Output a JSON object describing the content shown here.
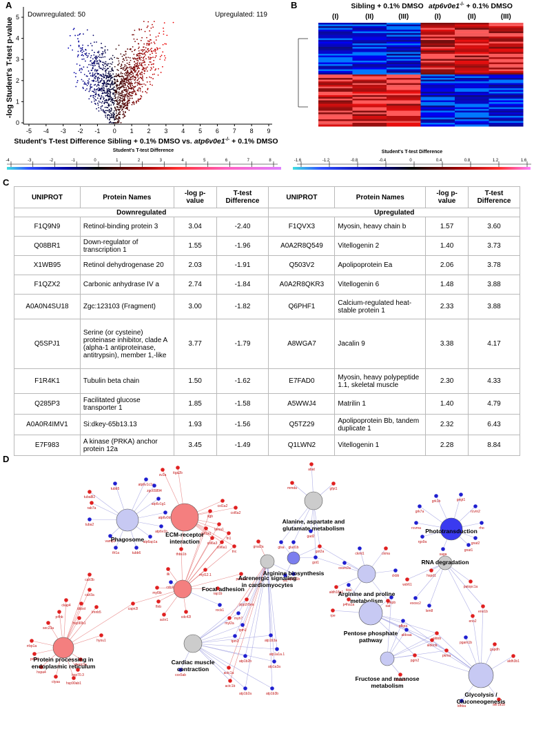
{
  "panel_labels": {
    "a": "A",
    "b": "B",
    "c": "C",
    "d": "D"
  },
  "volcano": {
    "downregulated_label": "Downregulated: 50",
    "upregulated_label": "Upregulated: 119",
    "ylabel": "-log Student's T-test p-value",
    "xlabel_1": "Student's T-test Difference Sibling + 0.1% DMSO vs. ",
    "xlabel_gene": "atp6v0e1",
    "xlabel_sup": "-/-",
    "xlabel_2": " + 0.1% DMSO",
    "xticks": [
      "-5",
      "-4",
      "-3",
      "-2",
      "-1",
      "0",
      "1",
      "2",
      "3",
      "4",
      "5",
      "6",
      "7",
      "8",
      "9"
    ],
    "yticks": [
      "0",
      "1",
      "2",
      "3",
      "4",
      "5"
    ]
  },
  "heatmap": {
    "group1_title": "Sibling + 0.1% DMSO",
    "group2_gene": "atp6v0e1",
    "group2_sup": "-/-",
    "group2_rest": " + 0.1% DMSO",
    "columns": [
      "(I)",
      "(II)",
      "(III)",
      "(I)",
      "(II)",
      "(III)"
    ]
  },
  "colorbars": [
    {
      "title": "Student's T-test Difference",
      "ticks": [
        "-4",
        "-3",
        "-2",
        "-1",
        "0",
        "1",
        "2",
        "3",
        "4",
        "5",
        "6",
        "7",
        "8"
      ]
    },
    {
      "title": "Student's T-test Difference",
      "ticks": [
        "-1.6",
        "-1.2",
        "-0.8",
        "-0.4",
        "0",
        "0.4",
        "0.8",
        "1.2",
        "1.6"
      ]
    }
  ],
  "table": {
    "headers": [
      "UNIPROT",
      "Protein Names",
      "-log p-value",
      "T-test Difference",
      "UNIPROT",
      "Protein Names",
      "-log p-value",
      "T-test Difference"
    ],
    "section_down": "Downregulated",
    "section_up": "Upregulated",
    "rows": [
      [
        "F1Q9N9",
        "Retinol-binding protein 3",
        "3.04",
        "-2.40",
        "F1QVX3",
        "Myosin, heavy chain b",
        "1.57",
        "3.60"
      ],
      [
        "Q08BR1",
        "Down-regulator of transcription 1",
        "1.55",
        "-1.96",
        "A0A2R8Q549",
        "Vitellogenin 2",
        "1.40",
        "3.73"
      ],
      [
        "X1WB95",
        "Retinol dehydrogenase 20",
        "2.03",
        "-1.91",
        "Q503V2",
        "Apolipoprotein Ea",
        "2.06",
        "3.78"
      ],
      [
        "F1QZX2",
        "Carbonic anhydrase IV a",
        "2.74",
        "-1.84",
        "A0A2R8QKR3",
        "Vitellogenin 6",
        "1.48",
        "3.88"
      ],
      [
        "A0A0N4SU18",
        "Zgc:123103 (Fragment)",
        "3.00",
        "-1.82",
        "Q6PHF1",
        "Calcium-regulated heat-stable protein 1",
        "2.33",
        "3.88"
      ],
      [
        "Q5SPJ1",
        "Serine (or cysteine) proteinase inhibitor, clade A (alpha-1 antiproteinase, antitrypsin), member 1,-like",
        "3.77",
        "-1.79",
        "A8WGA7",
        "Jacalin 9",
        "3.38",
        "4.17"
      ],
      [
        "F1R4K1",
        "Tubulin beta chain",
        "1.50",
        "-1.62",
        "E7FAD0",
        "Myosin, heavy polypeptide 1.1, skeletal muscle",
        "2.30",
        "4.33"
      ],
      [
        "Q285P3",
        "Facilitated glucose transporter 1",
        "1.85",
        "-1.58",
        "A5WWJ4",
        "Matrilin 1",
        "1.40",
        "4.79"
      ],
      [
        "A0A0R4IMV1",
        "Si:dkey-65b13.13",
        "1.93",
        "-1.56",
        "Q5TZ29",
        "Apolipoprotein Bb, tandem duplicate 1",
        "2.32",
        "6.43"
      ],
      [
        "E7F983",
        "A kinase (PRKA) anchor protein 12a",
        "3.45",
        "-1.49",
        "Q1LWN2",
        "Vitellogenin 1",
        "2.28",
        "8.84"
      ]
    ]
  },
  "network": {
    "pathways": [
      {
        "id": "phago",
        "label": "Phagosome",
        "color": "#c7c9f3"
      },
      {
        "id": "ecm",
        "label": "ECM-receptor interaction",
        "color": "#f47f7f"
      },
      {
        "id": "focal",
        "label": "Focal adhesion",
        "color": "#f47f7f"
      },
      {
        "id": "er",
        "label": "Protein processing in endoplasmic reticulum",
        "color": "#f47f7f"
      },
      {
        "id": "adren",
        "label": "Adrenergic signaling in cardiomyocytes",
        "color": "#cccccc"
      },
      {
        "id": "cardiac",
        "label": "Cardiac muscle contraction",
        "color": "#cccccc"
      },
      {
        "id": "ala",
        "label": "Alanine, aspartate and glutamate metabolism",
        "color": "#cccccc"
      },
      {
        "id": "argbio",
        "label": "Arginine biosynthesis",
        "color": "#7b7eee"
      },
      {
        "id": "argpro",
        "label": "Arginine and proline metabolism",
        "color": "#c7c9f3"
      },
      {
        "id": "photo",
        "label": "Phototransduction",
        "color": "#3a3af0"
      },
      {
        "id": "rna",
        "label": "RNA degradation",
        "color": "#cccccc"
      },
      {
        "id": "ppp",
        "label": "Pentose phosphate pathway",
        "color": "#c7c9f3"
      },
      {
        "id": "fru",
        "label": "Fructose and mannose metabolism",
        "color": "#c7c9f3"
      },
      {
        "id": "gly",
        "label": "Glycolysis / Gluconeogenesis",
        "color": "#c7c9f3"
      }
    ],
    "genes": [
      {
        "p": [
          "phago"
        ],
        "label": "tubb5",
        "c": "b"
      },
      {
        "p": [
          "phago"
        ],
        "label": "atp6v1c1a",
        "c": "b"
      },
      {
        "p": [
          "phago"
        ],
        "label": "zgc65894",
        "c": "b"
      },
      {
        "p": [
          "phago"
        ],
        "label": "tuba8l2",
        "c": "r"
      },
      {
        "p": [
          "phago"
        ],
        "label": "atp6v1g1",
        "c": "b"
      },
      {
        "p": [
          "phago"
        ],
        "label": "rab7a",
        "c": "r"
      },
      {
        "p": [
          "phago"
        ],
        "label": "atp6v0d1",
        "c": "b"
      },
      {
        "p": [
          "phago"
        ],
        "label": "tuba2",
        "c": "b"
      },
      {
        "p": [
          "phago"
        ],
        "label": "atp6v1h",
        "c": "b"
      },
      {
        "p": [
          "phago"
        ],
        "label": "vamp3",
        "c": "b"
      },
      {
        "p": [
          "phago"
        ],
        "label": "atp6ap1a",
        "c": "b"
      },
      {
        "p": [
          "phago"
        ],
        "label": "tfr1a",
        "c": "b"
      },
      {
        "p": [
          "phago"
        ],
        "label": "tubb6",
        "c": "b"
      },
      {
        "p": [
          "ecm"
        ],
        "label": "itga2b",
        "c": "r"
      },
      {
        "p": [
          "ecm"
        ],
        "label": "col1a2",
        "c": "r"
      },
      {
        "p": [
          "ecm"
        ],
        "label": "col6a2",
        "c": "r"
      },
      {
        "p": [
          "ecm",
          "focal"
        ],
        "label": "itgb",
        "c": "r"
      },
      {
        "p": [
          "ecm",
          "focal"
        ],
        "label": "lama1",
        "c": "r"
      },
      {
        "p": [
          "ecm",
          "focal"
        ],
        "label": "fn1",
        "c": "r"
      },
      {
        "p": [
          "ecm",
          "focal"
        ],
        "label": "col6a1",
        "c": "r"
      },
      {
        "p": [
          "ecm",
          "focal"
        ],
        "label": "col6a3",
        "c": "r"
      },
      {
        "p": [
          "ecm",
          "focal"
        ],
        "label": "thbs1b",
        "c": "r"
      },
      {
        "p": [
          "ecm",
          "focal"
        ],
        "label": "col1a1",
        "c": "r"
      },
      {
        "p": [
          "ecm",
          "focal"
        ],
        "label": "tnc",
        "c": "r"
      },
      {
        "p": [
          "ecm"
        ],
        "label": "sv2a",
        "c": "r"
      },
      {
        "p": [
          "focal"
        ],
        "label": "ilk",
        "c": "r"
      },
      {
        "p": [
          "focal"
        ],
        "label": "cdc42",
        "c": "b"
      },
      {
        "p": [
          "focal"
        ],
        "label": "myl12.1",
        "c": "r"
      },
      {
        "p": [
          "focal"
        ],
        "label": "prkcaa",
        "c": "r"
      },
      {
        "p": [
          "focal"
        ],
        "label": "rap1b",
        "c": "r"
      },
      {
        "p": [
          "focal"
        ],
        "label": "myl9b",
        "c": "r"
      },
      {
        "p": [
          "focal"
        ],
        "label": "flnb",
        "c": "r"
      },
      {
        "p": [
          "focal"
        ],
        "label": "actn1",
        "c": "r"
      },
      {
        "p": [
          "focal"
        ],
        "label": "cdc42l",
        "c": "r"
      },
      {
        "p": [
          "focal"
        ],
        "label": "rock1",
        "c": "b"
      },
      {
        "p": [
          "focal",
          "er"
        ],
        "label": "capn2l",
        "c": "r"
      },
      {
        "p": [
          "er"
        ],
        "label": "calr3b",
        "c": "r"
      },
      {
        "p": [
          "er"
        ],
        "label": "calr3a",
        "c": "r"
      },
      {
        "p": [
          "er"
        ],
        "label": "ckap4",
        "c": "r"
      },
      {
        "p": [
          "er"
        ],
        "label": "ddost",
        "c": "r"
      },
      {
        "p": [
          "er"
        ],
        "label": "lmnb5",
        "c": "r"
      },
      {
        "p": [
          "er"
        ],
        "label": "p4hb",
        "c": "r"
      },
      {
        "p": [
          "er"
        ],
        "label": "hsp90b1",
        "c": "r"
      },
      {
        "p": [
          "er"
        ],
        "label": "sec23a",
        "c": "r"
      },
      {
        "p": [
          "er"
        ],
        "label": "hyou1",
        "c": "r"
      },
      {
        "p": [
          "er"
        ],
        "label": "rrbp1a",
        "c": "r"
      },
      {
        "p": [
          "er"
        ],
        "label": "pdia4",
        "c": "r"
      },
      {
        "p": [
          "er"
        ],
        "label": "dnajc3a",
        "c": "r"
      },
      {
        "p": [
          "er"
        ],
        "label": "hspa4",
        "c": "r"
      },
      {
        "p": [
          "er"
        ],
        "label": "hsp70.3",
        "c": "r"
      },
      {
        "p": [
          "er"
        ],
        "label": "ctyaa",
        "c": "r"
      },
      {
        "p": [
          "er"
        ],
        "label": "hsp90ab1",
        "c": "r"
      },
      {
        "p": [
          "adren"
        ],
        "label": "gnai2a",
        "c": "r"
      },
      {
        "p": [
          "adren"
        ],
        "label": "atp2b1b",
        "c": "b"
      },
      {
        "p": [
          "adren",
          "cardiac"
        ],
        "label": "ppp2r5ea",
        "c": "r"
      },
      {
        "p": [
          "adren",
          "cardiac"
        ],
        "label": "myl2a",
        "c": "r"
      },
      {
        "p": [
          "adren",
          "cardiac"
        ],
        "label": "myh7",
        "c": "b"
      },
      {
        "p": [
          "adren",
          "cardiac"
        ],
        "label": "tpm1",
        "c": "b"
      },
      {
        "p": [
          "adren",
          "cardiac"
        ],
        "label": "tpm3",
        "c": "b"
      },
      {
        "p": [
          "adren",
          "cardiac"
        ],
        "label": "atp1b3a",
        "c": "b"
      },
      {
        "p": [
          "adren",
          "cardiac"
        ],
        "label": "atp1a1a.1",
        "c": "b"
      },
      {
        "p": [
          "adren",
          "cardiac"
        ],
        "label": "atp1b2b",
        "c": "b"
      },
      {
        "p": [
          "adren",
          "cardiac"
        ],
        "label": "atp1a3a",
        "c": "b"
      },
      {
        "p": [
          "adren",
          "cardiac"
        ],
        "label": "actc1a",
        "c": "r"
      },
      {
        "p": [
          "adren",
          "cardiac"
        ],
        "label": "actc1b",
        "c": "r"
      },
      {
        "p": [
          "adren",
          "cardiac"
        ],
        "label": "atp1b2a",
        "c": "b"
      },
      {
        "p": [
          "adren",
          "cardiac"
        ],
        "label": "atp1b3b",
        "c": "b"
      },
      {
        "p": [
          "cardiac"
        ],
        "label": "cox5ab",
        "c": "b"
      },
      {
        "p": [
          "ala"
        ],
        "label": "abat",
        "c": "r"
      },
      {
        "p": [
          "ala"
        ],
        "label": "mmda",
        "c": "r"
      },
      {
        "p": [
          "ala"
        ],
        "label": "gfpt1",
        "c": "r"
      },
      {
        "p": [
          "ala"
        ],
        "label": "gad2",
        "c": "b"
      },
      {
        "p": [
          "ala",
          "argbio"
        ],
        "label": "glsa",
        "c": "b"
      },
      {
        "p": [
          "ala",
          "argbio"
        ],
        "label": "glud1b",
        "c": "b"
      },
      {
        "p": [
          "ala",
          "argbio",
          "argpro"
        ],
        "label": "got2a",
        "c": "r"
      },
      {
        "p": [
          "ala",
          "argbio",
          "argpro"
        ],
        "label": "got1",
        "c": "b"
      },
      {
        "p": [
          "argbio"
        ],
        "label": "otc",
        "c": "b"
      },
      {
        "p": [
          "argpro"
        ],
        "label": "ckmt1",
        "c": "b"
      },
      {
        "p": [
          "argpro"
        ],
        "label": "ckma",
        "c": "r"
      },
      {
        "p": [
          "argpro"
        ],
        "label": "oxsm2a",
        "c": "b"
      },
      {
        "p": [
          "argpro"
        ],
        "label": "ckbb",
        "c": "b"
      },
      {
        "p": [
          "argpro"
        ],
        "label": "aldh18a1",
        "c": "r"
      },
      {
        "p": [
          "argpro"
        ],
        "label": "p4ha1a",
        "c": "r"
      },
      {
        "p": [
          "argpro"
        ],
        "label": "oat",
        "c": "r"
      },
      {
        "p": [
          "photo"
        ],
        "label": "grk1b",
        "c": "b"
      },
      {
        "p": [
          "photo"
        ],
        "label": "gngt1",
        "c": "b"
      },
      {
        "p": [
          "photo"
        ],
        "label": "grk7a",
        "c": "b"
      },
      {
        "p": [
          "photo"
        ],
        "label": "rcvrn2",
        "c": "b"
      },
      {
        "p": [
          "photo"
        ],
        "label": "rcvrna",
        "c": "b"
      },
      {
        "p": [
          "photo"
        ],
        "label": "rho",
        "c": "b"
      },
      {
        "p": [
          "photo"
        ],
        "label": "rgs9a",
        "c": "b"
      },
      {
        "p": [
          "photo"
        ],
        "label": "gnat2",
        "c": "b"
      },
      {
        "p": [
          "photo"
        ],
        "label": "saga",
        "c": "b"
      },
      {
        "p": [
          "photo"
        ],
        "label": "gnat1",
        "c": "b"
      },
      {
        "p": [
          "rna"
        ],
        "label": "hspd1",
        "c": "r"
      },
      {
        "p": [
          "rna"
        ],
        "label": "wdr61",
        "c": "r"
      },
      {
        "p": [
          "rna"
        ],
        "label": "patopc1a",
        "c": "r"
      },
      {
        "p": [
          "rna"
        ],
        "label": "exosc2",
        "c": "b"
      },
      {
        "p": [
          "rna"
        ],
        "label": "lsm8",
        "c": "b"
      },
      {
        "p": [
          "rna",
          "gly"
        ],
        "label": "eno1b",
        "c": "r"
      },
      {
        "p": [
          "rna",
          "gly"
        ],
        "label": "eno2",
        "c": "r"
      },
      {
        "p": [
          "ppp"
        ],
        "label": "tkta",
        "c": "b"
      },
      {
        "p": [
          "ppp"
        ],
        "label": "rpe",
        "c": "r"
      },
      {
        "p": [
          "ppp",
          "fru"
        ],
        "label": "pfkpb",
        "c": "b"
      },
      {
        "p": [
          "ppp",
          "fru",
          "gly"
        ],
        "label": "pfkpa",
        "c": "b"
      },
      {
        "p": [
          "ppp",
          "fru",
          "gly"
        ],
        "label": "aldoaa",
        "c": "b"
      },
      {
        "p": [
          "ppp",
          "fru",
          "gly"
        ],
        "label": "aldob",
        "c": "r"
      },
      {
        "p": [
          "ppp",
          "fru",
          "gly"
        ],
        "label": "aldocb",
        "c": "r"
      },
      {
        "p": [
          "ppp",
          "fru",
          "gly"
        ],
        "label": "pgm2",
        "c": "r"
      },
      {
        "p": [
          "ppp",
          "fru",
          "gly"
        ],
        "label": "pkma",
        "c": "r"
      },
      {
        "p": [
          "fru"
        ],
        "label": "aldoab",
        "c": "r"
      },
      {
        "p": [
          "gly"
        ],
        "label": "pgam1b",
        "c": "b"
      },
      {
        "p": [
          "gly"
        ],
        "label": "gapdh",
        "c": "r"
      },
      {
        "p": [
          "gly"
        ],
        "label": "aldh3b1",
        "c": "r"
      },
      {
        "p": [
          "gly"
        ],
        "label": "ldhba",
        "c": "b"
      },
      {
        "p": [
          "gly"
        ],
        "label": "akr1a1b",
        "c": "r"
      }
    ]
  }
}
